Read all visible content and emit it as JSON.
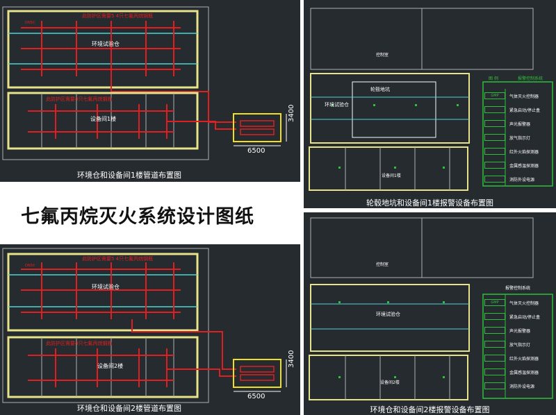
{
  "main_title": "七氟丙烷灭火系统设计图纸",
  "colors": {
    "background": "#262b30",
    "wall": "#e8e28a",
    "pipe": "#e02020",
    "cyan": "#4fd6d6",
    "grid": "#b0b0b0",
    "text": "#ffffff",
    "legend": "#2fbf3a"
  },
  "panels": {
    "p1": {
      "caption": "环境仓和设备间1楼管道布置图",
      "zone_top_note": "此防护区需要5 4只七氟丙烷钢瓶",
      "zone_top_name": "环境试验仓",
      "zone_bottom_note": "此防护区需要4只七氟丙烷钢瓶",
      "zone_bottom_name": "设备间1楼",
      "dim_width": "6500",
      "dim_height": "3400",
      "pipe_label": "DN50"
    },
    "p2": {
      "caption": "轮毂地坑和设备间1楼报警设备布置图",
      "room_control": "控制室",
      "room_pit": "轮毂地坑",
      "room_test": "环境试验仓",
      "room_equip": "设备间1楼",
      "legend_head_left": "图 例",
      "legend_head_right": "报警控制系统",
      "legend": [
        {
          "icon": "GMP",
          "label": "气体灭火控制器"
        },
        {
          "icon": "box-dot",
          "label": "紧急启动/停止盒"
        },
        {
          "icon": "bell",
          "label": "声光报警器"
        },
        {
          "icon": "flash",
          "label": "放气指示灯"
        },
        {
          "icon": "detector",
          "label": "红外火焰探测器"
        },
        {
          "icon": "probe",
          "label": "金属感温探测器"
        },
        {
          "icon": "phone",
          "label": "消防外设电源"
        }
      ]
    },
    "p3": {
      "caption": "环境仓和设备间2楼管道布置图",
      "zone_top_note": "此防护区需要5 4只七氟丙烷钢瓶",
      "zone_top_name": "环境试验仓",
      "zone_bottom_note": "此防护区需要4只七氟丙烷钢瓶",
      "zone_bottom_name": "设备间2楼",
      "dim_width": "6500",
      "dim_height": "3400",
      "pipe_label": "DN50"
    },
    "p4": {
      "caption": "环境仓和设备间2楼报警设备布置图",
      "room_control": "控制室",
      "room_test": "环境试验仓",
      "room_equip": "设备间2楼",
      "legend_head_right": "报警控制系统",
      "legend": [
        {
          "icon": "GMP",
          "label": "气体灭火控制器"
        },
        {
          "icon": "box-dot",
          "label": "紧急启动/停止盒"
        },
        {
          "icon": "bell",
          "label": "声光报警器"
        },
        {
          "icon": "flash",
          "label": "放气指示灯"
        },
        {
          "icon": "detector",
          "label": "红外火焰探测器"
        },
        {
          "icon": "probe",
          "label": "金属感温探测器"
        },
        {
          "icon": "phone",
          "label": "消防外设电源"
        }
      ]
    }
  }
}
